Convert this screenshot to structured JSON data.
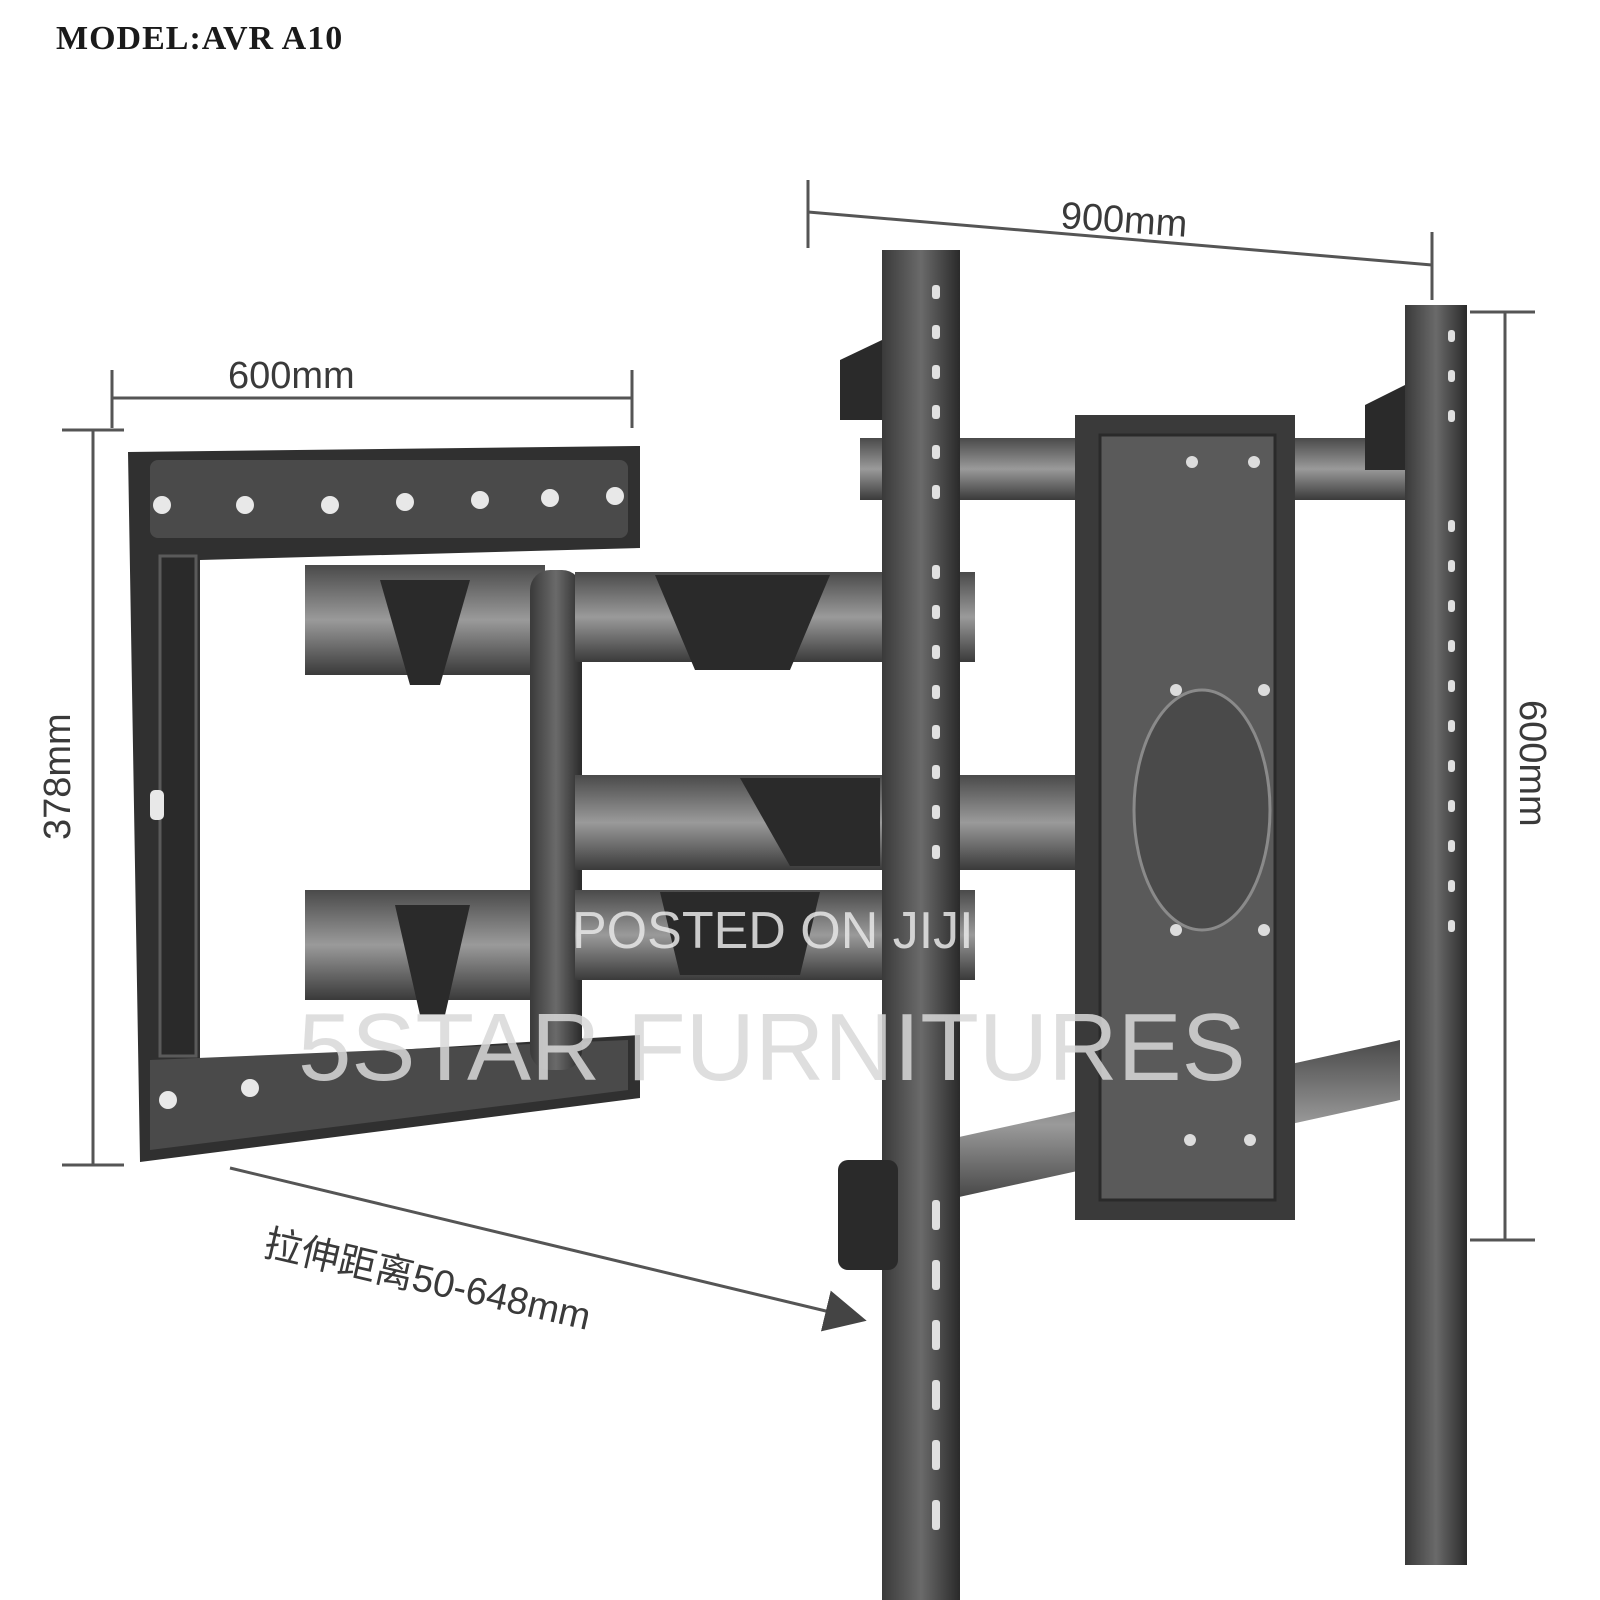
{
  "header": {
    "model": "MODEL:AVR A10"
  },
  "dimensions": {
    "width_top": "900mm",
    "width_left": "600mm",
    "height_left": "378mm",
    "height_right": "600mm",
    "extension": "拉伸距离50-648mm"
  },
  "watermarks": {
    "posted": "POSTED ON JIJI",
    "brand": "5STAR FURNITURES"
  },
  "colors": {
    "metal_dark": "#2e2e2e",
    "metal_mid": "#555555",
    "metal_light": "#8a8a8a",
    "dim_line": "#555555"
  }
}
